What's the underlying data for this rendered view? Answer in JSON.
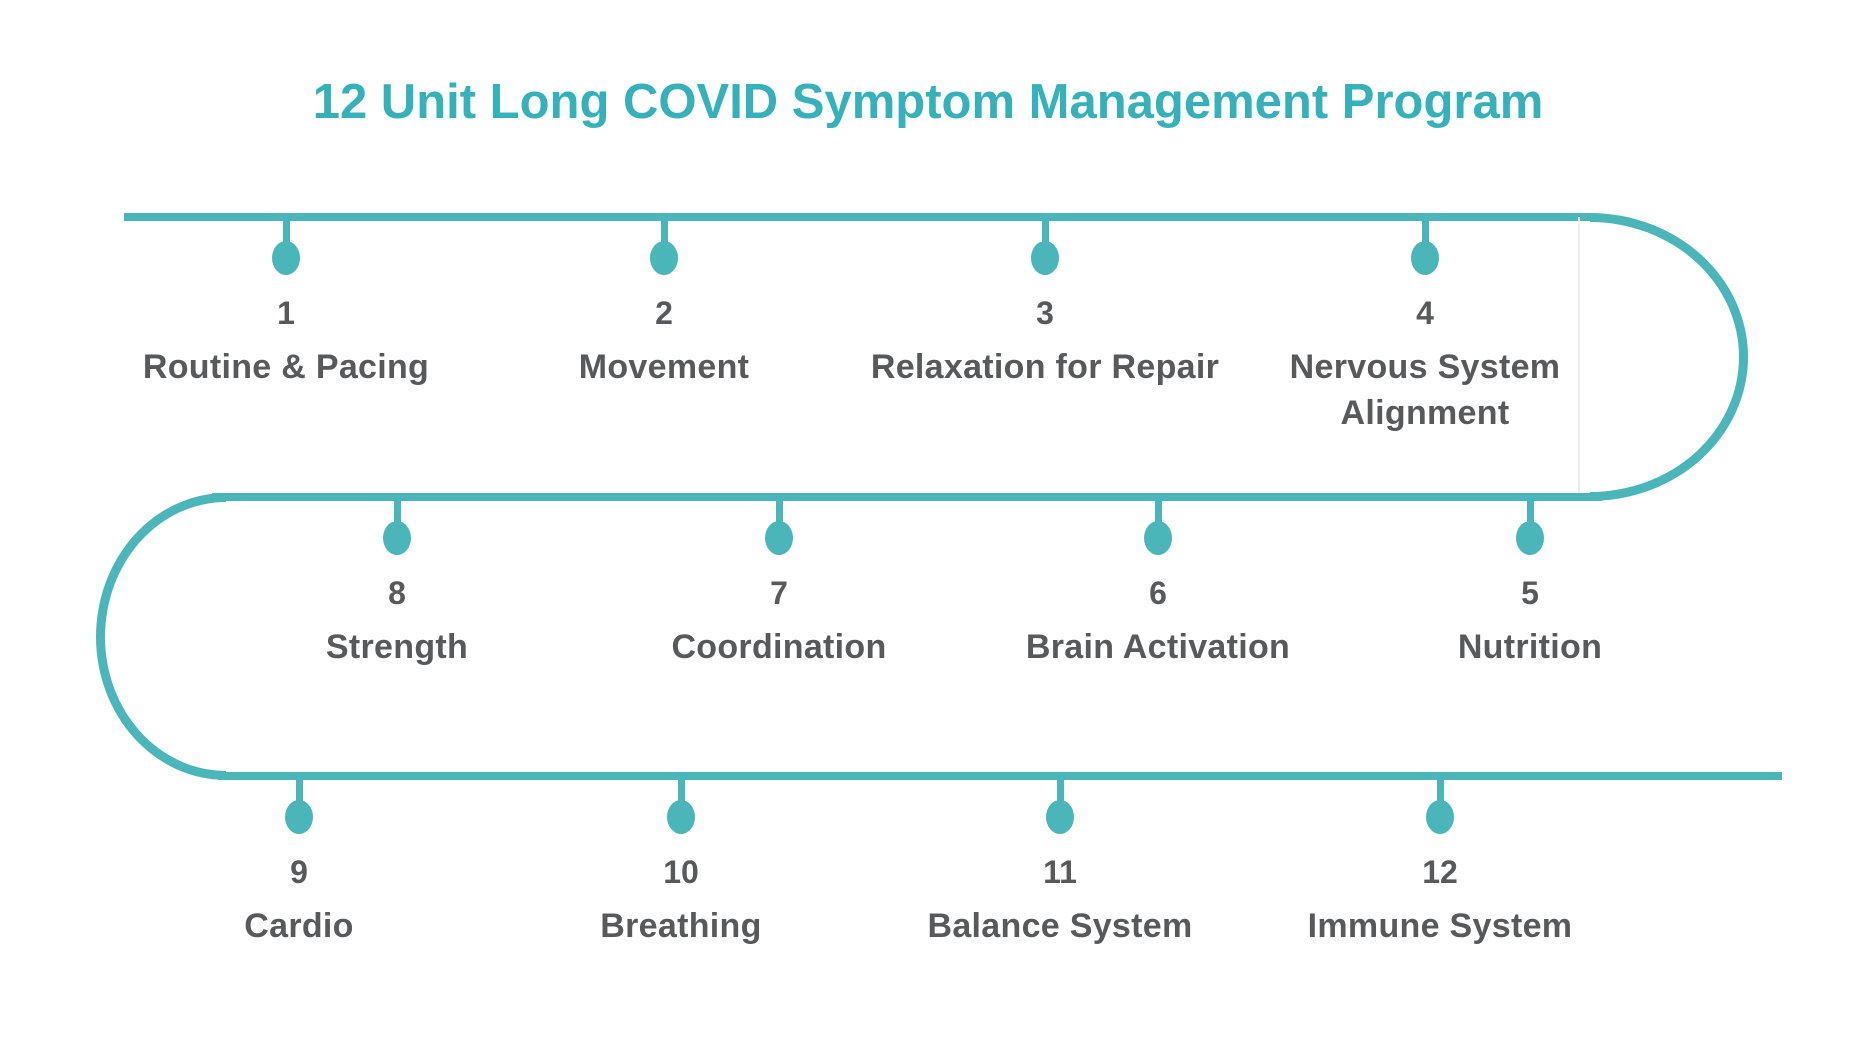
{
  "title": "12 Unit Long COVID Symptom Management Program",
  "colors": {
    "path": "#4BB6BA",
    "title": "#35B2B9",
    "text": "#58595B",
    "divider": "#EBECEC"
  },
  "units": [
    {
      "number": "1",
      "label": "Routine & Pacing"
    },
    {
      "number": "2",
      "label": "Movement"
    },
    {
      "number": "3",
      "label": "Relaxation for Repair"
    },
    {
      "number": "4",
      "label": "Nervous System Alignment"
    },
    {
      "number": "5",
      "label": "Nutrition"
    },
    {
      "number": "6",
      "label": "Brain Activation"
    },
    {
      "number": "7",
      "label": "Coordination"
    },
    {
      "number": "8",
      "label": "Strength"
    },
    {
      "number": "9",
      "label": "Cardio"
    },
    {
      "number": "10",
      "label": "Breathing"
    },
    {
      "number": "11",
      "label": "Balance System"
    },
    {
      "number": "12",
      "label": "Immune System"
    }
  ]
}
